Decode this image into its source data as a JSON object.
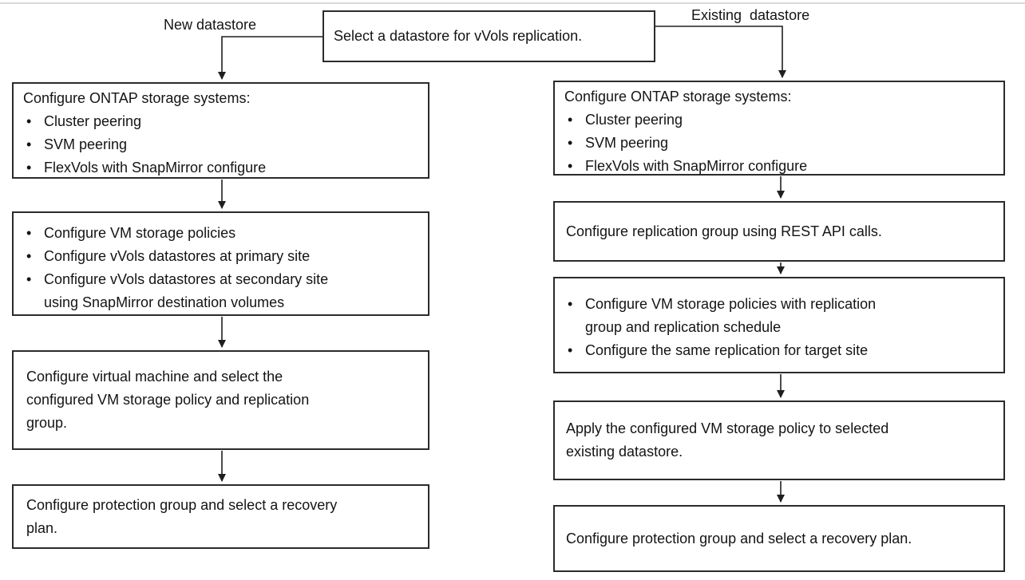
{
  "page": {
    "background_color": "#ffffff",
    "top_rule_color": "#d9d9d9",
    "line_color": "#1f1f1f"
  },
  "diagram": {
    "title_box": {
      "text": "Select a datastore for vVols replication."
    },
    "branch_labels": {
      "new": "New datastore",
      "existing": "Existing  datastore"
    },
    "left_column": {
      "branch": "New datastore",
      "box1": {
        "heading": "Configure ONTAP storage systems:",
        "bullets": [
          "Cluster peering",
          "SVM peering",
          "FlexVols with SnapMirror configure"
        ]
      },
      "box2": {
        "bullets": [
          "Configure VM storage policies",
          "Configure vVols datastores at primary site",
          "Configure vVols datastores at secondary site\nusing SnapMirror destination volumes"
        ]
      },
      "box3": {
        "text": "Configure virtual machine and select the\nconfigured VM storage policy and replication\ngroup."
      },
      "box4": {
        "text": "Configure protection group and select a recovery\nplan."
      }
    },
    "right_column": {
      "branch": "Existing datastore",
      "box1": {
        "heading": "Configure ONTAP storage systems:",
        "bullets": [
          "Cluster peering",
          "SVM peering",
          "FlexVols with SnapMirror configure"
        ]
      },
      "box2": {
        "text": "Configure replication group using REST API calls."
      },
      "box3": {
        "bullets": [
          "Configure VM storage policies with replication\ngroup and replication schedule",
          "Configure the same replication for target site"
        ]
      },
      "box4": {
        "text": "Apply the configured VM storage policy to selected\nexisting datastore."
      },
      "box5": {
        "text": "Configure protection group and select a recovery plan."
      }
    }
  }
}
